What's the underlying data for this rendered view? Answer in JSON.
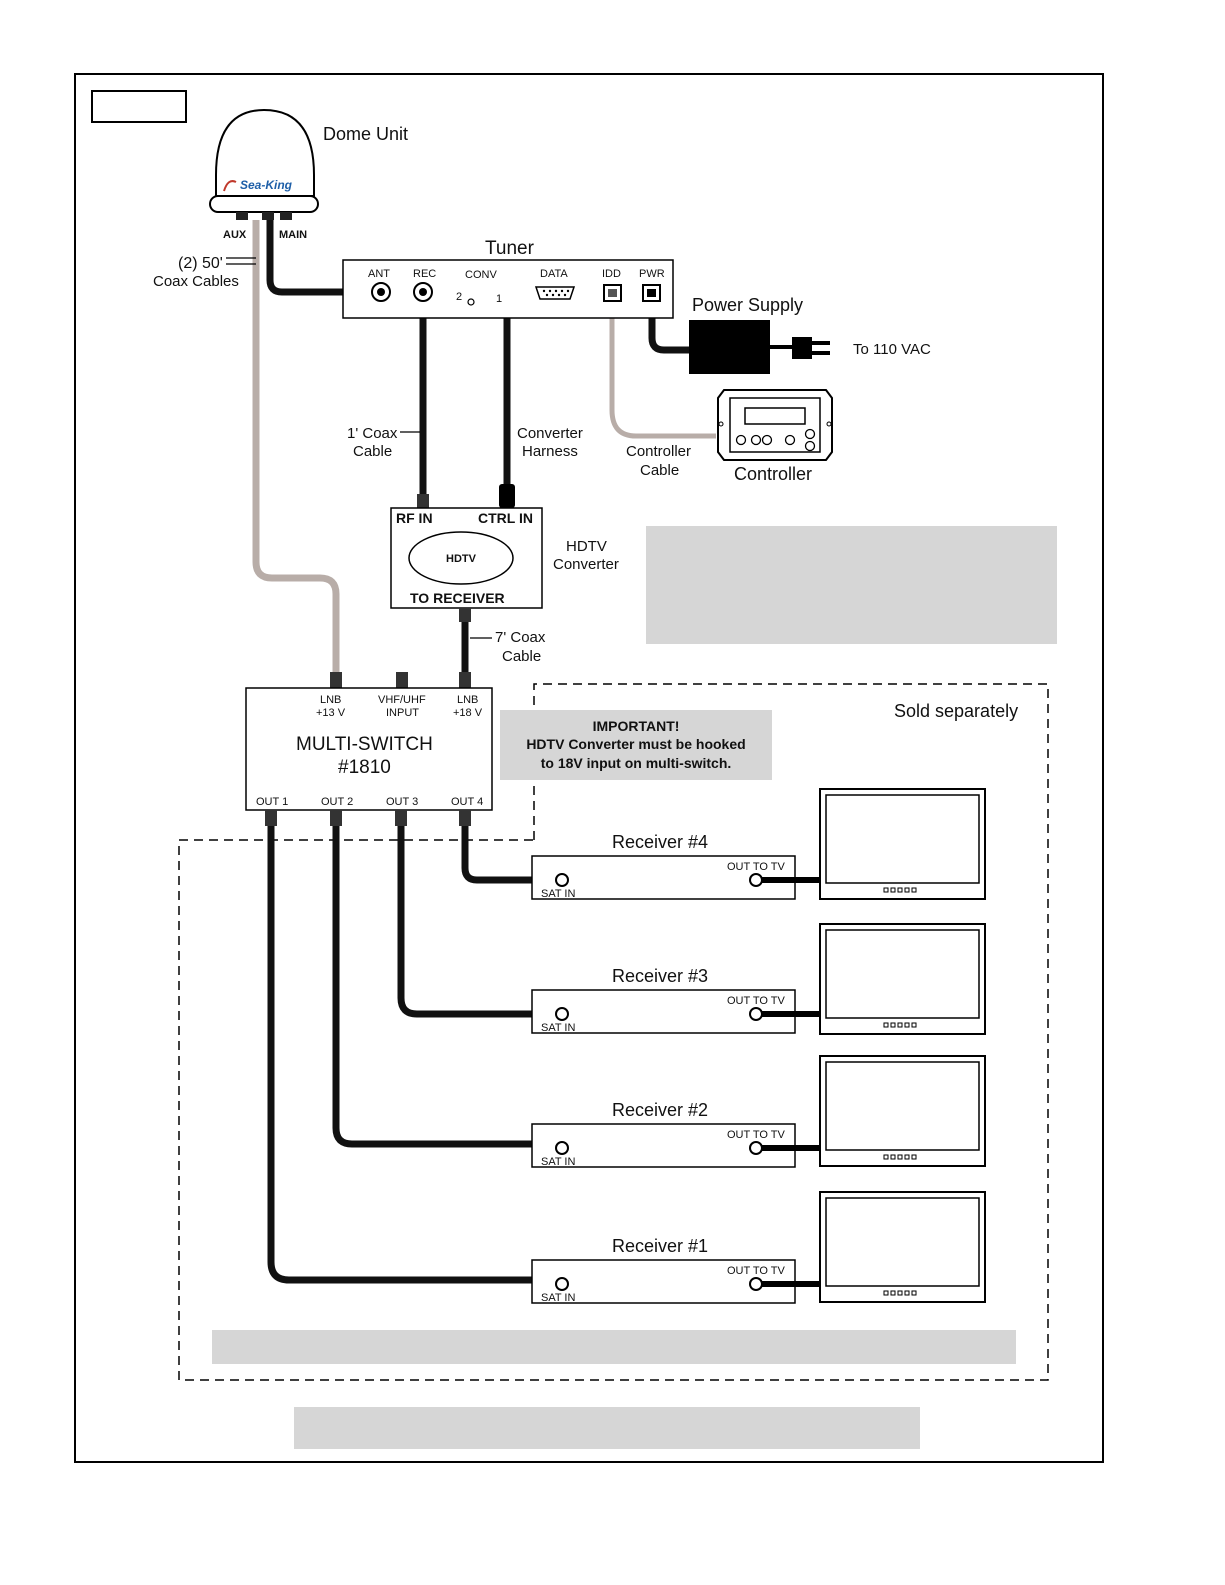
{
  "dome": {
    "title": "Dome Unit",
    "brand": "Sea-King",
    "aux": "AUX",
    "main": "MAIN",
    "cables_l1": "(2) 50'",
    "cables_l2": "Coax Cables"
  },
  "tuner": {
    "title": "Tuner",
    "ant": "ANT",
    "rec": "REC",
    "conv": "CONV",
    "conv_2": "2",
    "conv_1": "1",
    "data": "DATA",
    "idd": "IDD",
    "pwr": "PWR"
  },
  "power_supply": {
    "title": "Power Supply",
    "to_vac": "To 110 VAC"
  },
  "controller": {
    "title": "Controller",
    "cable_l1": "Controller",
    "cable_l2": "Cable"
  },
  "coax1": {
    "l1": "1' Coax",
    "l2": "Cable"
  },
  "converter_harness": {
    "l1": "Converter",
    "l2": "Harness"
  },
  "hdtv_converter": {
    "rf_in": "RF IN",
    "ctrl_in": "CTRL IN",
    "oval": "HDTV",
    "to_receiver": "TO RECEIVER",
    "label_l1": "HDTV",
    "label_l2": "Converter"
  },
  "coax7": {
    "l1": "7' Coax",
    "l2": "Cable"
  },
  "multiswitch": {
    "lnb13_l1": "LNB",
    "lnb13_l2": "+13 V",
    "vhf_l1": "VHF/UHF",
    "vhf_l2": "INPUT",
    "lnb18_l1": "LNB",
    "lnb18_l2": "+18 V",
    "title_l1": "MULTI-SWITCH",
    "title_l2": "#1810",
    "outputs": [
      "OUT 1",
      "OUT 2",
      "OUT 3",
      "OUT 4"
    ]
  },
  "important": {
    "l1": "IMPORTANT!",
    "l2": "HDTV Converter must be hooked",
    "l3": "to 18V input on multi-switch."
  },
  "sold_separately": "Sold separately",
  "receivers": [
    {
      "title": "Receiver #4",
      "sat_in": "SAT IN",
      "out_to_tv": "OUT TO TV"
    },
    {
      "title": "Receiver #3",
      "sat_in": "SAT IN",
      "out_to_tv": "OUT TO TV"
    },
    {
      "title": "Receiver #2",
      "sat_in": "SAT IN",
      "out_to_tv": "OUT TO TV"
    },
    {
      "title": "Receiver #1",
      "sat_in": "SAT IN",
      "out_to_tv": "OUT TO TV"
    }
  ]
}
